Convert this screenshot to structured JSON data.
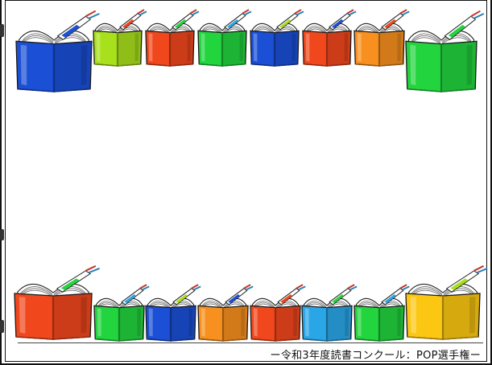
{
  "footer": {
    "caption": "ー令和3年度読書コンクール：POP選手権ー"
  },
  "colors": {
    "blue": "#1a4fd6",
    "lime": "#a8e01c",
    "orange_red": "#f0471c",
    "green": "#22d43e",
    "orange": "#f7901e",
    "sky": "#2aa6e6",
    "yellow": "#fcc712",
    "frame": "#111111"
  },
  "books": {
    "top": [
      "blue",
      "lime",
      "orange_red",
      "green",
      "blue",
      "orange_red",
      "orange",
      "green"
    ],
    "bottom": [
      "orange_red",
      "green",
      "blue",
      "orange",
      "orange_red",
      "sky",
      "green",
      "yellow"
    ]
  }
}
